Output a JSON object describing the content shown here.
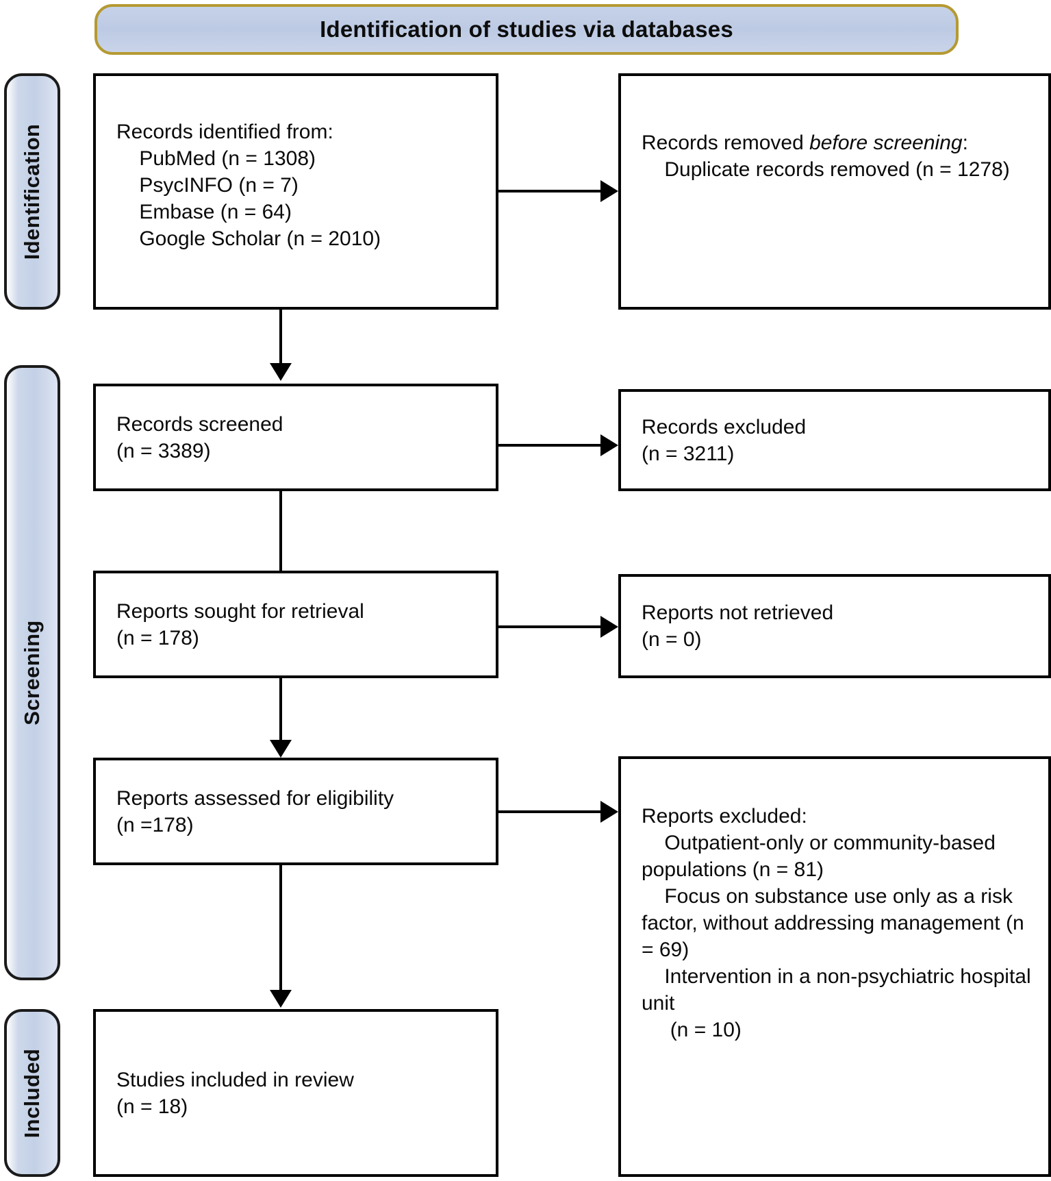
{
  "diagram": {
    "type": "prisma-flow-diagram",
    "banner_title": "Identification of studies via databases",
    "phases": [
      {
        "key": "identification",
        "label": "Identification"
      },
      {
        "key": "screening",
        "label": "Screening"
      },
      {
        "key": "included",
        "label": "Included"
      }
    ],
    "boxes": {
      "records_identified": {
        "title": "Records identified from:",
        "sources": [
          {
            "name": "PubMed",
            "n": 1308,
            "line": "PubMed (n = 1308)"
          },
          {
            "name": "PsycINFO",
            "n": 7,
            "line": "PsycINFO (n = 7)"
          },
          {
            "name": "Embase",
            "n": 64,
            "line": "Embase (n = 64)"
          },
          {
            "name": "Google Scholar",
            "n": 2010,
            "line": "Google Scholar (n = 2010)"
          }
        ],
        "text": "Records identified from:\n    PubMed (n = 1308)\n    PsycINFO (n = 7)\n    Embase (n = 64)\n    Google Scholar (n = 2010)"
      },
      "records_removed": {
        "lead_plain": "Records removed ",
        "lead_italic": "before screening",
        "lead_tail": ":",
        "detail": "    Duplicate records removed (n = 1278)",
        "duplicates_n": 1278
      },
      "records_screened": {
        "label": "Records screened",
        "count_line": "(n = 3389)",
        "n": 3389,
        "text": "Records screened\n(n = 3389)"
      },
      "records_excluded": {
        "label": "Records excluded",
        "count_line": "(n = 3211)",
        "n": 3211,
        "text": "Records excluded\n(n = 3211)"
      },
      "reports_sought": {
        "label": "Reports sought for retrieval",
        "count_line": "(n = 178)",
        "n": 178,
        "text": "Reports sought for retrieval\n(n = 178)"
      },
      "reports_not_retrieved": {
        "label": "Reports not retrieved",
        "count_line": "(n = 0)",
        "n": 0,
        "text": "Reports not retrieved\n(n = 0)"
      },
      "reports_assessed": {
        "label": "Reports assessed for eligibility",
        "count_line": "(n =178)",
        "n": 178,
        "text": "Reports assessed for eligibility\n(n =178)"
      },
      "reports_excluded": {
        "title": "Reports excluded:",
        "reasons": [
          {
            "reason": "Outpatient-only or community-based populations",
            "n": 81
          },
          {
            "reason": "Focus on substance use only as a risk factor, without addressing management",
            "n": 69
          },
          {
            "reason": "Intervention in a non-psychiatric hospital unit",
            "n": 10
          }
        ],
        "text": "Reports excluded:\n    Outpatient-only or community-based populations (n = 81)\n    Focus on substance use only as a risk factor, without addressing management (n = 69)\n    Intervention in a non-psychiatric hospital unit\n     (n = 10)"
      },
      "studies_included": {
        "label": "Studies included in review",
        "count_line": "(n = 18)",
        "n": 18,
        "text": "Studies included in review\n(n = 18)"
      }
    },
    "colors": {
      "banner_fill": "#c3d0e6",
      "banner_border": "#b59a32",
      "phase_fill": "#ccd7ea",
      "phase_border": "#1b1b1b",
      "box_border": "#000000",
      "box_fill": "#ffffff",
      "text": "#0a0a0a"
    }
  }
}
